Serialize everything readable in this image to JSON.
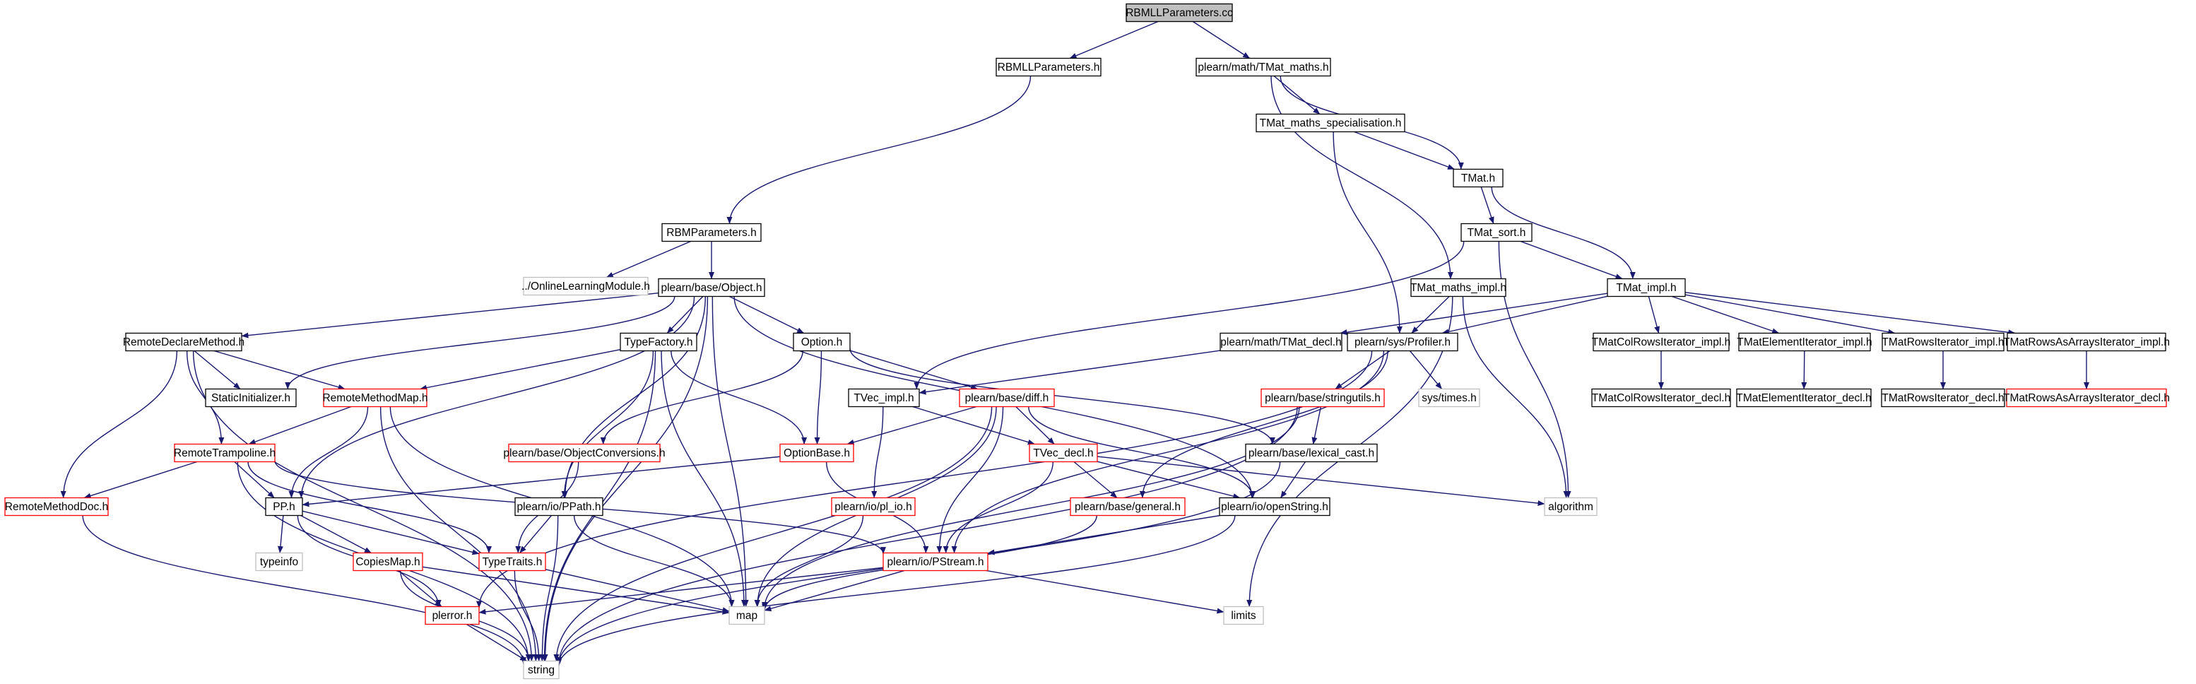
{
  "diagram": {
    "nodes": [
      {
        "id": "rbmllparameters_cc",
        "label": "RBMLLParameters.cc",
        "style": "root"
      },
      {
        "id": "rbmllparameters_h",
        "label": "RBMLLParameters.h",
        "style": "normal"
      },
      {
        "id": "tmat_maths_h",
        "label": "plearn/math/TMat_maths.h",
        "style": "normal"
      },
      {
        "id": "tmat_maths_specialisation_h",
        "label": "TMat_maths_specialisation.h",
        "style": "normal"
      },
      {
        "id": "tmat_h",
        "label": "TMat.h",
        "style": "normal"
      },
      {
        "id": "rbmparameters_h",
        "label": "RBMParameters.h",
        "style": "normal"
      },
      {
        "id": "tmat_sort_h",
        "label": "TMat_sort.h",
        "style": "normal"
      },
      {
        "id": "onlinelearningmodule_h",
        "label": "../OnlineLearningModule.h",
        "style": "gray"
      },
      {
        "id": "object_h",
        "label": "plearn/base/Object.h",
        "style": "normal"
      },
      {
        "id": "tmat_maths_impl_h",
        "label": "TMat_maths_impl.h",
        "style": "normal"
      },
      {
        "id": "tmat_impl_h",
        "label": "TMat_impl.h",
        "style": "normal"
      },
      {
        "id": "remotedeclaremethod_h",
        "label": "RemoteDeclareMethod.h",
        "style": "normal"
      },
      {
        "id": "typefactory_h",
        "label": "TypeFactory.h",
        "style": "normal"
      },
      {
        "id": "option_h",
        "label": "Option.h",
        "style": "normal"
      },
      {
        "id": "tmat_decl_h",
        "label": "plearn/math/TMat_decl.h",
        "style": "normal"
      },
      {
        "id": "profiler_h",
        "label": "plearn/sys/Profiler.h",
        "style": "normal"
      },
      {
        "id": "tmatcolrowsiterator_impl_h",
        "label": "TMatColRowsIterator_impl.h",
        "style": "normal"
      },
      {
        "id": "tmatelementiterator_impl_h",
        "label": "TMatElementIterator_impl.h",
        "style": "normal"
      },
      {
        "id": "tmatrowsiterator_impl_h",
        "label": "TMatRowsIterator_impl.h",
        "style": "normal"
      },
      {
        "id": "tmatrowsasarraysiterator_impl_h",
        "label": "TMatRowsAsArraysIterator_impl.h",
        "style": "normal"
      },
      {
        "id": "staticinitializer_h",
        "label": "StaticInitializer.h",
        "style": "normal"
      },
      {
        "id": "remotemethodmap_h",
        "label": "RemoteMethodMap.h",
        "style": "red"
      },
      {
        "id": "tvec_impl_h",
        "label": "TVec_impl.h",
        "style": "normal"
      },
      {
        "id": "diff_h",
        "label": "plearn/base/diff.h",
        "style": "red"
      },
      {
        "id": "stringutils_h",
        "label": "plearn/base/stringutils.h",
        "style": "red"
      },
      {
        "id": "sys_times_h",
        "label": "sys/times.h",
        "style": "gray"
      },
      {
        "id": "tmatcolrowsiterator_decl_h",
        "label": "TMatColRowsIterator_decl.h",
        "style": "normal"
      },
      {
        "id": "tmatelementiterator_decl_h",
        "label": "TMatElementIterator_decl.h",
        "style": "normal"
      },
      {
        "id": "tmatrowsiterator_decl_h",
        "label": "TMatRowsIterator_decl.h",
        "style": "normal"
      },
      {
        "id": "tmatrowsasarraysiterator_decl_h",
        "label": "TMatRowsAsArraysIterator_decl.h",
        "style": "red"
      },
      {
        "id": "remotetrampoline_h",
        "label": "RemoteTrampoline.h",
        "style": "red"
      },
      {
        "id": "objectconversions_h",
        "label": "plearn/base/ObjectConversions.h",
        "style": "red"
      },
      {
        "id": "optionbase_h",
        "label": "OptionBase.h",
        "style": "red"
      },
      {
        "id": "tvec_decl_h",
        "label": "TVec_decl.h",
        "style": "red"
      },
      {
        "id": "lexical_cast_h",
        "label": "plearn/base/lexical_cast.h",
        "style": "normal"
      },
      {
        "id": "remotemethoddoc_h",
        "label": "RemoteMethodDoc.h",
        "style": "red"
      },
      {
        "id": "pp_h",
        "label": "PP.h",
        "style": "normal"
      },
      {
        "id": "ppath_h",
        "label": "plearn/io/PPath.h",
        "style": "normal"
      },
      {
        "id": "pl_io_h",
        "label": "plearn/io/pl_io.h",
        "style": "red"
      },
      {
        "id": "general_h",
        "label": "plearn/base/general.h",
        "style": "red"
      },
      {
        "id": "openstring_h",
        "label": "plearn/io/openString.h",
        "style": "normal"
      },
      {
        "id": "algorithm",
        "label": "algorithm",
        "style": "gray"
      },
      {
        "id": "typeinfo",
        "label": "typeinfo",
        "style": "gray"
      },
      {
        "id": "copiesmap_h",
        "label": "CopiesMap.h",
        "style": "red"
      },
      {
        "id": "typetraits_h",
        "label": "TypeTraits.h",
        "style": "red"
      },
      {
        "id": "pstream_h",
        "label": "plearn/io/PStream.h",
        "style": "red"
      },
      {
        "id": "plerror_h",
        "label": "plerror.h",
        "style": "red"
      },
      {
        "id": "map",
        "label": "map",
        "style": "gray"
      },
      {
        "id": "limits",
        "label": "limits",
        "style": "gray"
      },
      {
        "id": "string",
        "label": "string",
        "style": "gray"
      }
    ],
    "edges": [
      [
        "rbmllparameters_cc",
        "rbmllparameters_h"
      ],
      [
        "rbmllparameters_cc",
        "tmat_maths_h"
      ],
      [
        "rbmllparameters_h",
        "rbmparameters_h"
      ],
      [
        "tmat_maths_h",
        "tmat_maths_specialisation_h"
      ],
      [
        "tmat_maths_h",
        "tmat_h"
      ],
      [
        "tmat_maths_h",
        "tmat_maths_impl_h"
      ],
      [
        "tmat_maths_specialisation_h",
        "tmat_h"
      ],
      [
        "tmat_maths_specialisation_h",
        "profiler_h"
      ],
      [
        "tmat_h",
        "tmat_sort_h"
      ],
      [
        "tmat_h",
        "tmat_impl_h"
      ],
      [
        "tmat_sort_h",
        "tmat_impl_h"
      ],
      [
        "tmat_sort_h",
        "tvec_impl_h"
      ],
      [
        "tmat_sort_h",
        "algorithm"
      ],
      [
        "rbmparameters_h",
        "onlinelearningmodule_h"
      ],
      [
        "rbmparameters_h",
        "object_h"
      ],
      [
        "object_h",
        "remotedeclaremethod_h"
      ],
      [
        "object_h",
        "staticinitializer_h"
      ],
      [
        "object_h",
        "typefactory_h"
      ],
      [
        "object_h",
        "option_h"
      ],
      [
        "object_h",
        "pp_h"
      ],
      [
        "object_h",
        "ppath_h"
      ],
      [
        "object_h",
        "map"
      ],
      [
        "object_h",
        "openstring_h"
      ],
      [
        "object_h",
        "string"
      ],
      [
        "tmat_maths_impl_h",
        "profiler_h"
      ],
      [
        "tmat_maths_impl_h",
        "algorithm"
      ],
      [
        "tmat_maths_impl_h",
        "limits"
      ],
      [
        "tmat_impl_h",
        "tmat_decl_h"
      ],
      [
        "tmat_impl_h",
        "profiler_h"
      ],
      [
        "tmat_impl_h",
        "tmatcolrowsiterator_impl_h"
      ],
      [
        "tmat_impl_h",
        "tmatelementiterator_impl_h"
      ],
      [
        "tmat_impl_h",
        "tmatrowsiterator_impl_h"
      ],
      [
        "tmat_impl_h",
        "tmatrowsasarraysiterator_impl_h"
      ],
      [
        "tmatcolrowsiterator_impl_h",
        "tmatcolrowsiterator_decl_h"
      ],
      [
        "tmatelementiterator_impl_h",
        "tmatelementiterator_decl_h"
      ],
      [
        "tmatrowsiterator_impl_h",
        "tmatrowsiterator_decl_h"
      ],
      [
        "tmatrowsasarraysiterator_impl_h",
        "tmatrowsasarraysiterator_decl_h"
      ],
      [
        "tmat_decl_h",
        "tvec_impl_h"
      ],
      [
        "profiler_h",
        "pstream_h"
      ],
      [
        "profiler_h",
        "general_h"
      ],
      [
        "profiler_h",
        "stringutils_h"
      ],
      [
        "profiler_h",
        "sys_times_h"
      ],
      [
        "profiler_h",
        "plerror_h"
      ],
      [
        "remotedeclaremethod_h",
        "staticinitializer_h"
      ],
      [
        "remotedeclaremethod_h",
        "remotemethodmap_h"
      ],
      [
        "remotedeclaremethod_h",
        "remotetrampoline_h"
      ],
      [
        "remotedeclaremethod_h",
        "remotemethoddoc_h"
      ],
      [
        "remotedeclaremethod_h",
        "string"
      ],
      [
        "typefactory_h",
        "remotemethodmap_h"
      ],
      [
        "typefactory_h",
        "optionbase_h"
      ],
      [
        "typefactory_h",
        "ppath_h"
      ],
      [
        "typefactory_h",
        "map"
      ],
      [
        "typefactory_h",
        "string"
      ],
      [
        "option_h",
        "objectconversions_h"
      ],
      [
        "option_h",
        "optionbase_h"
      ],
      [
        "option_h",
        "diff_h"
      ],
      [
        "option_h",
        "lexical_cast_h"
      ],
      [
        "remotemethodmap_h",
        "remotetrampoline_h"
      ],
      [
        "remotemethodmap_h",
        "pp_h"
      ],
      [
        "remotemethodmap_h",
        "map"
      ],
      [
        "remotemethodmap_h",
        "string"
      ],
      [
        "tvec_impl_h",
        "tvec_decl_h"
      ],
      [
        "tvec_impl_h",
        "pl_io_h"
      ],
      [
        "diff_h",
        "optionbase_h"
      ],
      [
        "diff_h",
        "tvec_decl_h"
      ],
      [
        "diff_h",
        "openstring_h"
      ],
      [
        "diff_h",
        "pstream_h"
      ],
      [
        "diff_h",
        "map"
      ],
      [
        "diff_h",
        "string"
      ],
      [
        "stringutils_h",
        "lexical_cast_h"
      ],
      [
        "stringutils_h",
        "map"
      ],
      [
        "stringutils_h",
        "string"
      ],
      [
        "remotetrampoline_h",
        "remotemethoddoc_h"
      ],
      [
        "remotetrampoline_h",
        "pp_h"
      ],
      [
        "remotetrampoline_h",
        "typetraits_h"
      ],
      [
        "remotetrampoline_h",
        "pstream_h"
      ],
      [
        "remotetrampoline_h",
        "string"
      ],
      [
        "objectconversions_h",
        "typetraits_h"
      ],
      [
        "optionbase_h",
        "pp_h"
      ],
      [
        "optionbase_h",
        "pstream_h"
      ],
      [
        "tvec_decl_h",
        "general_h"
      ],
      [
        "tvec_decl_h",
        "openstring_h"
      ],
      [
        "tvec_decl_h",
        "pstream_h"
      ],
      [
        "tvec_decl_h",
        "algorithm"
      ],
      [
        "lexical_cast_h",
        "openstring_h"
      ],
      [
        "lexical_cast_h",
        "string"
      ],
      [
        "remotemethoddoc_h",
        "string"
      ],
      [
        "pp_h",
        "typeinfo"
      ],
      [
        "pp_h",
        "copiesmap_h"
      ],
      [
        "pp_h",
        "typetraits_h"
      ],
      [
        "pp_h",
        "plerror_h"
      ],
      [
        "ppath_h",
        "typetraits_h"
      ],
      [
        "ppath_h",
        "map"
      ],
      [
        "ppath_h",
        "string"
      ],
      [
        "pl_io_h",
        "map"
      ],
      [
        "general_h",
        "map"
      ],
      [
        "openstring_h",
        "pstream_h"
      ],
      [
        "openstring_h",
        "string"
      ],
      [
        "copiesmap_h",
        "plerror_h"
      ],
      [
        "copiesmap_h",
        "map"
      ],
      [
        "copiesmap_h",
        "string"
      ],
      [
        "typetraits_h",
        "map"
      ],
      [
        "typetraits_h",
        "string"
      ],
      [
        "pstream_h",
        "plerror_h"
      ],
      [
        "pstream_h",
        "map"
      ],
      [
        "pstream_h",
        "limits"
      ],
      [
        "plerror_h",
        "string"
      ]
    ],
    "colors": {
      "edge": "#191970",
      "normal_border": "#000000",
      "red_border": "#ff0000",
      "gray_border": "#bfbfbf",
      "root_fill": "#bfbfbf",
      "text": "#000000"
    }
  }
}
